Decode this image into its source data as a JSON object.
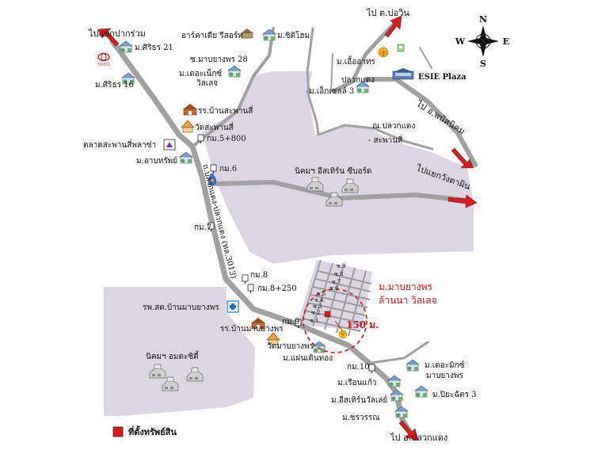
{
  "destinations": {
    "tl": "ไปแยกปากร่วม",
    "tr": "ไป ต.บ่อวิน",
    "right": "ไป อ.พนัสนิคม",
    "right2": "ไปแยกวังตาผิน",
    "bottom": "ไป อ.ปลวกแดง"
  },
  "compass": {
    "n": "N",
    "s": "S",
    "e": "E",
    "w": "W"
  },
  "places": {
    "artcadia": "อาร์คาเดีย รีสอร์ท",
    "mchitihome": "ม.ชิติโฮม",
    "mseeritorn21": "ม.ศิริธร 21",
    "mseeritorn16": "ม.ศิริธร 16",
    "soi28": "ซ.มาบยางพร 28",
    "delux_1": "ม.เดอะเน็กซ์",
    "delux_2": "วิลเลจ",
    "mueang_1": "ม.เอื้ออาทร",
    "mueang_2": "ปลวกแดง",
    "mexcel": "ม.เอ็กเซลล์ 3",
    "esie": "ESIE Plaza",
    "school": "รร.บ้านสะพานสี่",
    "temple": "วัดสะพานสี่",
    "km5800": "กม.5+800",
    "market": "ตลาดสะพานสี่พลาซ่า",
    "mabapsap": "ม.อาบทรัพย์",
    "km6": "กม.6",
    "road": "ถ.ปลวกแดง-ปลวกแดง (ทล.3013)",
    "junction_1": "ณ.ปลวกแดง",
    "junction_2": "- สะพานสี่",
    "estate": "นิคมฯ อีสเทิร์น ซีบอร์ด",
    "km7": "กม.7",
    "km8": "กม.8",
    "km8250": "กม.8+250",
    "hospital": "รพ.สต.บ้านมาบยางพร",
    "school2": "รร.บ้านมาบยางพร",
    "estate2": "นิคมฯ อมตะซิตี้",
    "km9": "กม.9",
    "temple2": "วัดมาบยางพร",
    "mpakkenthong": "ม.แผ่นเดินทอง",
    "project_1": "ม.มาบยางพร",
    "project_2": "ล้านนา วิลเลจ",
    "distance": "150 ม.",
    "km10": "กม.10",
    "mthemaneer_1": "ม.เดอะมิกซ์",
    "mthemaneer_2": "มาบยางพร",
    "mruenkaew": "ม.เรือนแก้ว",
    "meastern": "ม.อีสเทิร์นวัลเล่ย์",
    "mpiyachat": "ม.ปิยะฉัตร 3",
    "mchavaporn": "ม.ชรวรรณ",
    "legend": "ที่ตั้งทรัพย์สิน"
  },
  "sois": [
    "ซ.9",
    "ซ.8",
    "ซ.7",
    "ซ.6",
    "ซ.5",
    "ซ.4",
    "ซ.3",
    "ซ.2",
    "ซ.1"
  ],
  "colors": {
    "zone": "#dcd6e4",
    "road": "#a1a1a1",
    "arrow": "#e0171c",
    "property": "#e0171c",
    "label_red": "#d0141a"
  }
}
